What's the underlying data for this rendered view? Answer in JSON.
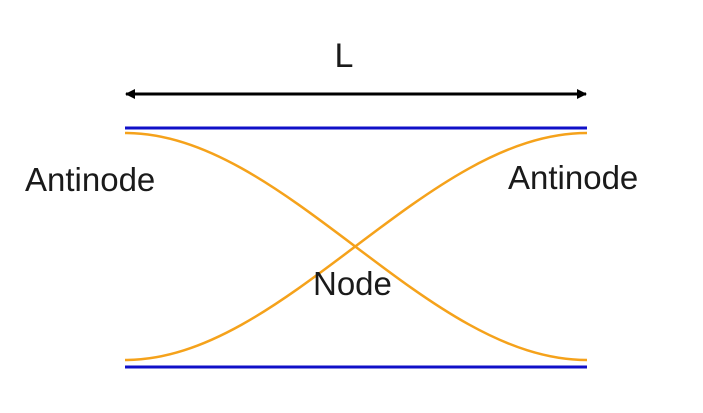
{
  "diagram": {
    "length_label": "L",
    "left_label": "Antinode",
    "right_label": "Antinode",
    "center_label": "Node"
  },
  "colors": {
    "boundary_line": "#1010c8",
    "wave_curve": "#f5a21b",
    "arrow": "#000000",
    "text": "#1a1a1a"
  }
}
